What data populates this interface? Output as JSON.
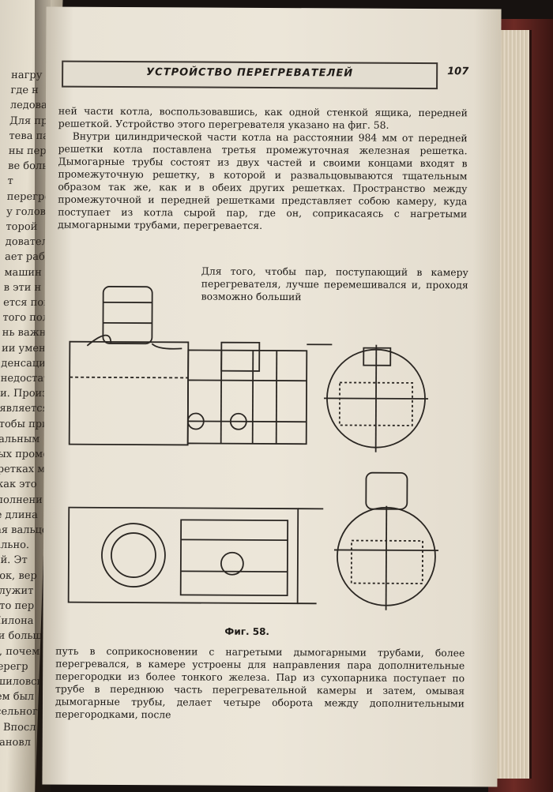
{
  "header": {
    "title": "УСТРОЙСТВО ПЕРЕГРЕВАТЕЛЕЙ",
    "page_number": "107"
  },
  "paragraphs_top": [
    "ней части котла, воспользовавшись, как одной стенкой ящика, передней решеткой. Устройство этого перегревателя указано на фиг. 58.",
    "Внутри цилиндрической части котла на расстоянии 984 мм от передней решетки котла поставлена третья промежуточная железная решетка. Дымогарные трубы состоят из двух частей и своими концами входят в промежуточную решетку, в которой и развальцовываются тщательным образом так же, как и в обеих других решетках. Пространство между промежуточной и передней решетками представляет собою камеру, куда поступает из котла сырой пар, где он, соприкасаясь с нагретыми дымогарными трубами, перегревается."
  ],
  "paragraph_wrapped": "Для того, чтобы пар, поступающий в камеру перегревателя, лучше перемешивался и, проходя возможно больший",
  "figure_caption": "Фиг. 58.",
  "paragraph_bottom": "путь в соприкосновении с нагретыми дымогарными трубами, более перегревался, в камере устроены для направления пара дополнительные перегородки из более тонкого железа. Пар из сухопарника поступает по трубе в переднюю часть перегревательной камеры и затем, омывая дымогарные трубы, делает четыре оборота между дополнительными перегородками, после",
  "left_page_fragments": [
    "нагру",
    "где н",
    "ледовате",
    "Для пр",
    "тева пар",
    "ны пер",
    "ве больш",
    "т",
    "перегрев",
    "у голов",
    "торой",
    "довательн",
    "ает рабо",
    "машин",
    "в эти н",
    "ется пове",
    "того пол",
    "нь важн",
    "ии умен",
    "денсации",
    "недостат",
    "и. Произ",
    "является",
    "тобы при",
    "альным",
    "ых промеж",
    "ретках ма",
    "как это",
    "полнени",
    "е длина",
    "ая вальцо",
    "ально.",
    "ой. Эт",
    "ток, вер",
    "служит",
    "что пер",
    "Пилона",
    "ли больш",
    "ы, почем",
    "перегр",
    "ушиловск",
    "кем был",
    "ксельного",
    "ы. Впосл",
    "становл"
  ]
}
